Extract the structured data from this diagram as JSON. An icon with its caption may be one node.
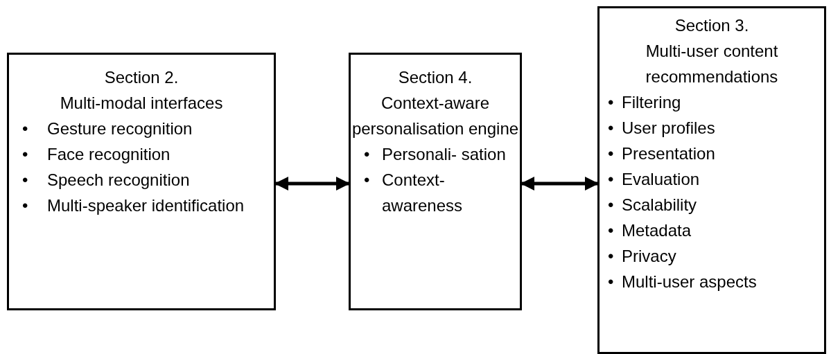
{
  "diagram": {
    "nodes": [
      {
        "text": [
          "Section 2.",
          "Multi-modal interfaces",
          "•",
          "Gesture recognition",
          "•",
          "Face recognition",
          "•",
          "Speech recognition",
          "•",
          "Multi-speaker identification"
        ]
      },
      {
        "text": [
          "Section 4.",
          "Context-aware personalisation engine",
          "•",
          "Personali- sation",
          "•",
          "Context- awareness"
        ]
      },
      {
        "text": [
          "Section 3.",
          "Multi-user content recommendations",
          "•",
          "Filtering",
          "•",
          "User profiles",
          "•",
          "Presentation",
          "•",
          "Evaluation",
          "•",
          "Scalability",
          "•",
          "Metadata",
          "•",
          "Privacy",
          "•",
          "Multi-user aspects"
        ]
      }
    ],
    "edges": [
      {
        "from": 0,
        "to": 1,
        "arrow": "both"
      },
      {
        "from": 1,
        "to": 2,
        "arrow": "both"
      }
    ]
  }
}
